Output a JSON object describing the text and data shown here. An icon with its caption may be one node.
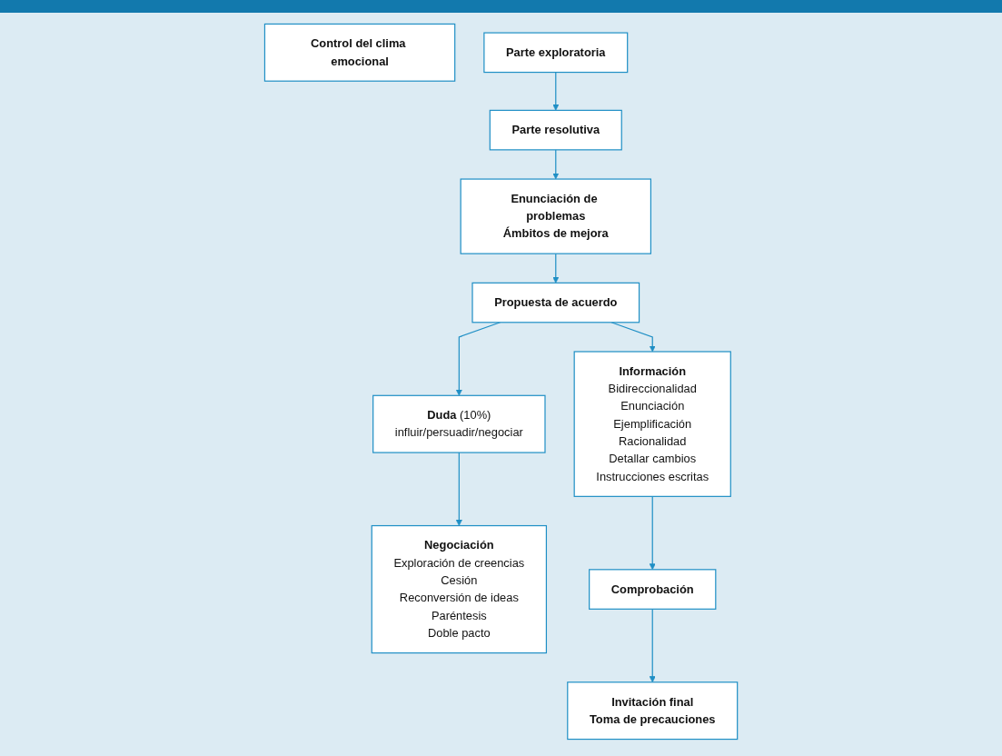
{
  "diagram": {
    "nodes": [
      {
        "text": [
          "Control del clima emocional"
        ]
      },
      {
        "text": [
          "Parte exploratoria"
        ]
      },
      {
        "text": [
          "Parte resolutiva"
        ]
      },
      {
        "text": [
          "Enunciación de problemas",
          "Ámbitos de mejora"
        ]
      },
      {
        "text": [
          "Propuesta de acuerdo"
        ]
      },
      {
        "text": [
          "**Duda** (10%)",
          "influir/persuadir/negociar"
        ]
      },
      {
        "text": [
          "Negociación",
          "Exploración de creencias",
          "Cesión",
          "Reconversión de ideas",
          "Paréntesis",
          "Doble pacto"
        ]
      },
      {
        "text": [
          "Información",
          "Bidireccionalidad",
          "Enunciación",
          "Ejemplificación",
          "Racionalidad",
          "Detallar cambios",
          "Instrucciones escritas"
        ]
      },
      {
        "text": [
          "Comprobación"
        ]
      },
      {
        "text": [
          "Invitación final",
          "Toma de precauciones"
        ]
      }
    ],
    "edges": [
      {
        "from": 1,
        "to": 2,
        "arrow": "to"
      },
      {
        "from": 2,
        "to": 3,
        "arrow": "to"
      },
      {
        "from": 3,
        "to": 4,
        "arrow": "to"
      },
      {
        "from": 4,
        "to": 5,
        "arrow": "to"
      },
      {
        "from": 4,
        "to": 7,
        "arrow": "to"
      },
      {
        "from": 5,
        "to": 6,
        "arrow": "to"
      },
      {
        "from": 7,
        "to": 8,
        "arrow": "to"
      },
      {
        "from": 8,
        "to": 9,
        "arrow": "to"
      }
    ]
  }
}
